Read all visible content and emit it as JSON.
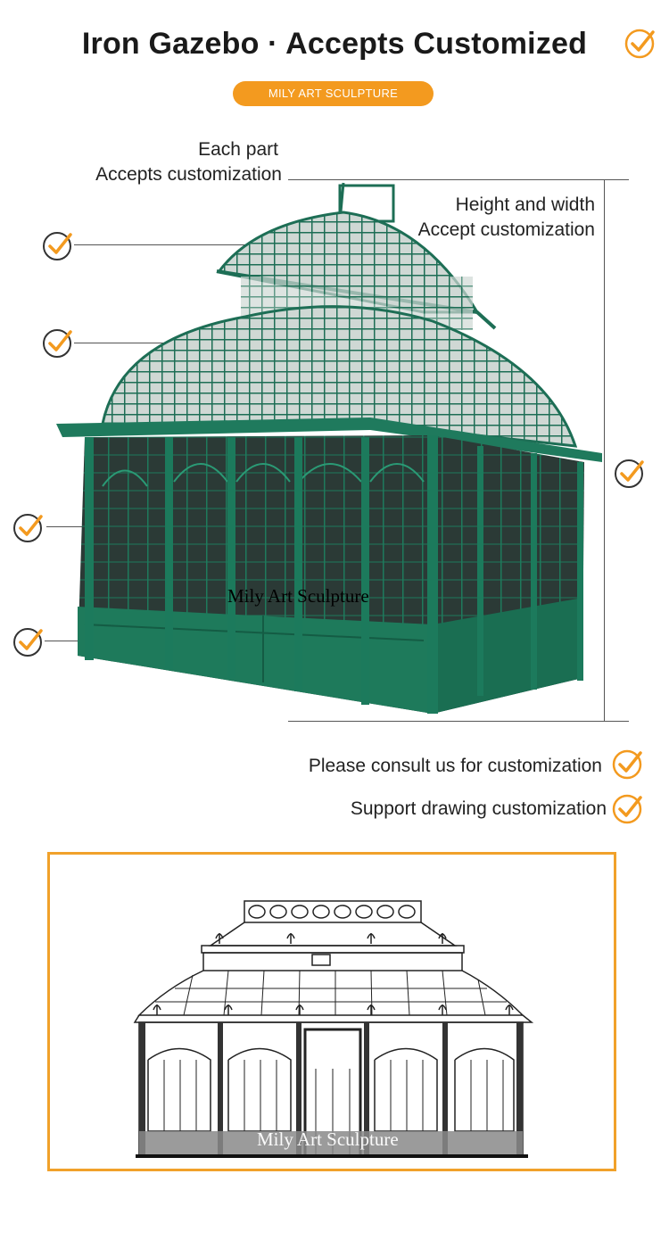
{
  "header": {
    "title": "Iron Gazebo · Accepts Customized",
    "badge": "MILY ART SCULPTURE"
  },
  "callouts": {
    "each_part_line1": "Each part",
    "each_part_line2": "Accepts customization",
    "height_line1": "Height and width",
    "height_line2": "Accept customization",
    "consult": "Please consult us for customization",
    "drawing": "Support drawing customization"
  },
  "photo": {
    "watermark": "Mily Art Sculpture"
  },
  "drawing": {
    "watermark": "Mily Art Sculpture"
  },
  "colors": {
    "accent": "#f39a1f",
    "gazebo_green": "#1d7a5f",
    "frame_border": "#f1a12a"
  },
  "icons": {
    "check": "check-circle-icon"
  }
}
